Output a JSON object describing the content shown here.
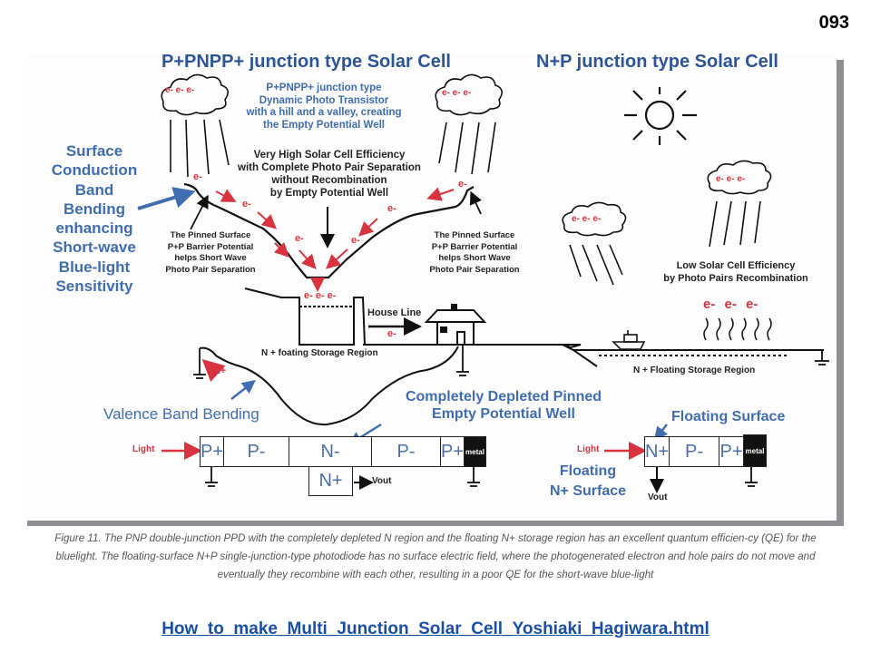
{
  "page_number": "093",
  "left_title": "P+PNPP+ junction type Solar Cell",
  "right_title": "N+P junction type Solar Cell",
  "transistor_note": [
    "P+PNPP+ junction type",
    "Dynamic Photo Transistor",
    "with  a hill and a valley, creating",
    "the Empty Potential Well"
  ],
  "efficiency_note": [
    "Very High Solar Cell Efficiency",
    "with Complete Photo Pair Separation",
    "without Recombination",
    "by Empty Potential Well"
  ],
  "surface_band_label": [
    "Surface",
    "Conduction",
    "Band",
    "Bending",
    "enhancing",
    "Short-wave",
    "Blue-light",
    "Sensitivity"
  ],
  "pinned_left": [
    "The Pinned  Surface",
    "P+P Barrier Potential",
    "helps  Short Wave",
    "Photo Pair  Separation"
  ],
  "pinned_right": [
    "The Pinned  Surface",
    "P+P Barrier Potential",
    "helps  Short Wave",
    "Photo Pair  Separation"
  ],
  "electron": "e-",
  "electron_group": "e- e- e-",
  "hole": "h+",
  "house_line": "House Line",
  "left_storage": "N + foating Storage Region",
  "right_storage": "N + Floating Storage Region",
  "low_efficiency": [
    "Low Solar Cell Efficiency",
    "by Photo Pairs Recombination"
  ],
  "valence_band": "Valence Band Bending",
  "depleted_well": [
    "Completely Depleted Pinned",
    "Empty Potential Well"
  ],
  "floating_surface": "Floating Surface",
  "floating_n_surface": [
    "Floating",
    "N+ Surface"
  ],
  "light": "Light",
  "vout": "Vout",
  "metal": "metal",
  "left_cells": [
    "P+",
    "P-",
    "N-",
    "P-",
    "P+"
  ],
  "left_n_plus": "N+",
  "right_cells": [
    "N+",
    "P-",
    "P+"
  ],
  "caption": "Figure 11. The PNP double-junction PPD with the completely depleted N region and the floating N+ storage region has an excellent quantum efficien-cy (QE) for the bluelight. The floating-surface N+P single-junction-type photodiode has no surface electric field, where the photogenerated electron and hole pairs do not move and eventually they recombine with each other, resulting in a poor QE for the short-wave blue-light",
  "link_text": "How_to_make_Multi_Junction_Solar_Cell_Yoshiaki_Hagiwara.html",
  "colors": {
    "title_blue": "#2d5596",
    "label_blue": "#3f6db0",
    "electron_red": "#d8333f",
    "shadow": "#8e8f93",
    "link": "#1a4fa8"
  }
}
